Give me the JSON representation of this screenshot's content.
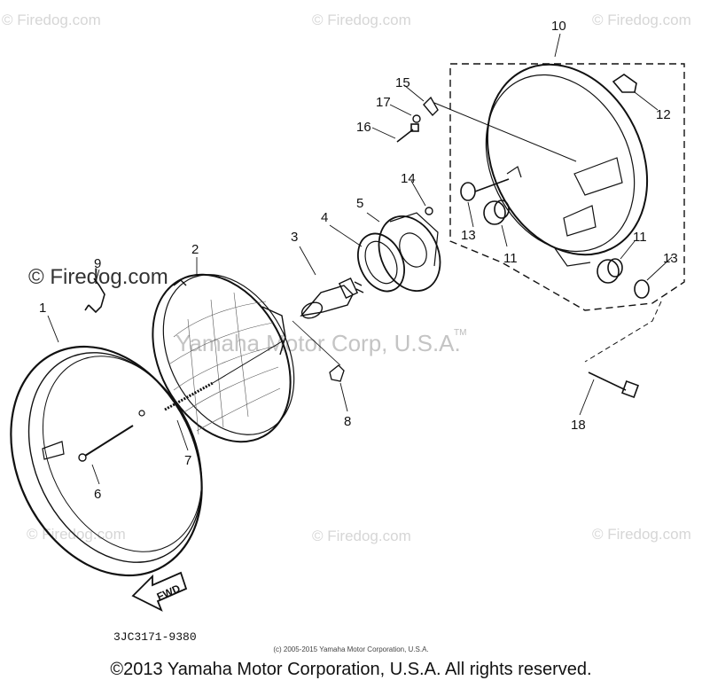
{
  "watermarks": {
    "firedog": "© Firedog.com",
    "yamaha": "Yamaha Motor Corp, U.S.A.",
    "tm": "TM"
  },
  "labels": {
    "p1": "1",
    "p2": "2",
    "p3": "3",
    "p4": "4",
    "p5": "5",
    "p6": "6",
    "p7": "7",
    "p8": "8",
    "p9": "9",
    "p10": "10",
    "p11a": "11",
    "p11b": "11",
    "p12": "12",
    "p13a": "13",
    "p13b": "13",
    "p14": "14",
    "p15": "15",
    "p16": "16",
    "p17": "17",
    "p18": "18"
  },
  "fwd_arrow": "FWD",
  "diagram_code": "3JC3171-9380",
  "small_copyright": "(c) 2005-2015 Yamaha Motor Corporation, U.S.A.",
  "footer": "©2013 Yamaha Motor Corporation, U.S.A. All rights reserved."
}
